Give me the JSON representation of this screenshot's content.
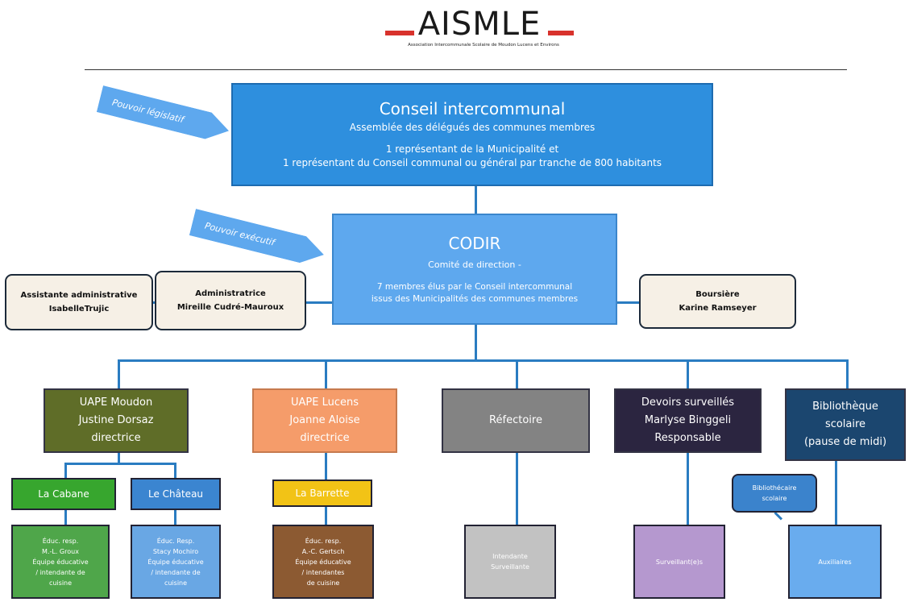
{
  "header": {
    "logo_text": "AISMLE",
    "logo_subtitle": "Association Intercommunale Scolaire de Moudon Lucens et Environs"
  },
  "conseil": {
    "title": "Conseil intercommunal",
    "line1": "Assemblée des délégués des communes membres",
    "line2": "1 représentant de la Municipalité et",
    "line3": "1 représentant du Conseil communal ou général par tranche de 800 habitants"
  },
  "arrows": {
    "legislatif": "Pouvoir législatif",
    "executif": "Pouvoir exécutif"
  },
  "codir": {
    "title": "CODIR",
    "subtitle": "Comité de direction -",
    "line1": "7 membres élus par le Conseil intercommunal",
    "line2": "issus des Municipalités des communes membres"
  },
  "staff": {
    "assistante_role": "Assistante administrative",
    "assistante_name": "IsabelleTrujic",
    "admin_role": "Administratrice",
    "admin_name": "Mireille Cudré-Mauroux",
    "boursiere_role": "Boursière",
    "boursiere_name": "Karine Ramseyer"
  },
  "departments": {
    "moudon": [
      "UAPE Moudon",
      "Justine Dorsaz",
      "directrice"
    ],
    "lucens": [
      "UAPE Lucens",
      "Joanne Aloise",
      "directrice"
    ],
    "refectoire": "Réfectoire",
    "devoirs": [
      "Devoirs surveillés",
      "Marlyse Binggeli",
      "Responsable"
    ],
    "bibliotheque": [
      "Bibliothèque",
      "scolaire",
      "(pause de midi)"
    ]
  },
  "units": {
    "cabane": "La Cabane",
    "chateau": "Le Château",
    "barrette": "La Barrette",
    "bibliothecaire": [
      "Bibliothécaire",
      "scolaire"
    ]
  },
  "teams": {
    "cabane": [
      "Éduc. resp.",
      "M.-L. Groux",
      "Équipe éducative",
      "/ intendante de",
      "cuisine"
    ],
    "chateau": [
      "Éduc. Resp.",
      "Stacy Mochiro",
      "Équipe éducative",
      "/ intendante de",
      "cuisine"
    ],
    "barrette": [
      "Éduc. resp.",
      "A.-C. Gertsch",
      "Équipe éducative",
      "/ intendantes",
      "de cuisine"
    ],
    "refectoire": [
      "Intendante",
      "Surveillante"
    ],
    "devoirs": [
      "Surveillant(e)s"
    ],
    "biblio": [
      "Auxiliaires"
    ]
  },
  "colors": {
    "line": "#2a7cc1",
    "conseil": "#2e8fde",
    "codir": "#5ea8ee",
    "logo_red": "#d8322c"
  }
}
